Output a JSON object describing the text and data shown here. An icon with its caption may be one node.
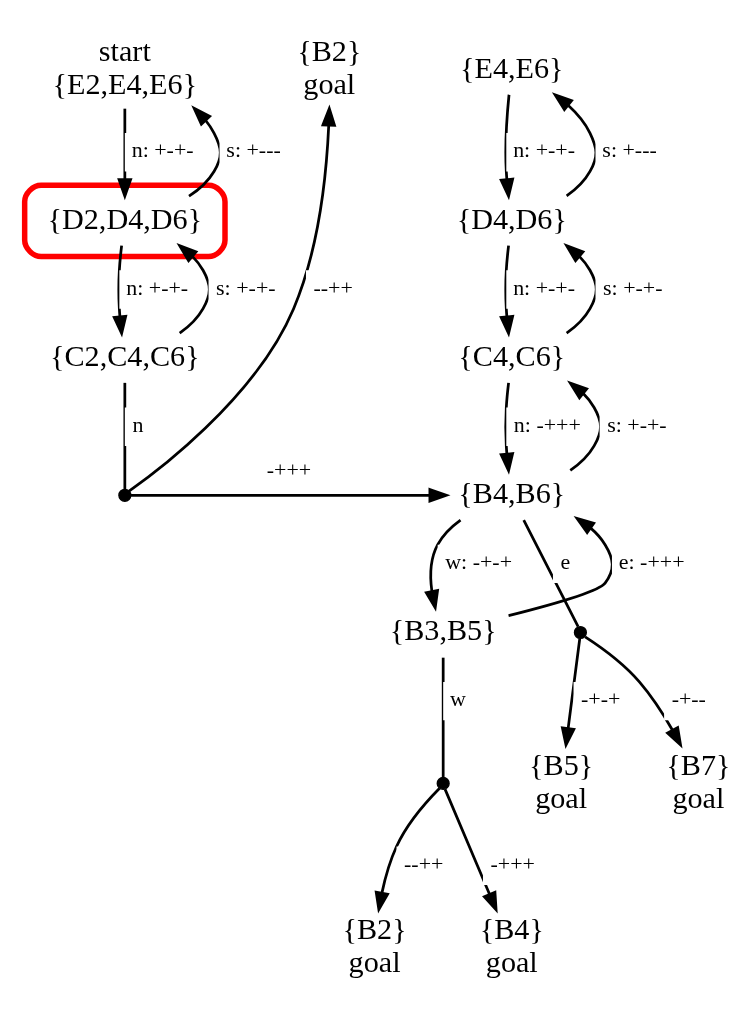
{
  "diagram": {
    "nodes": [
      {
        "text": [
          "{E2,E4,E6}"
        ],
        "beside": [
          "start"
        ]
      },
      {
        "text": [],
        "shape": "hexagon"
      },
      {
        "text": [
          "{D2,D4,D6}"
        ],
        "in": 1
      },
      {
        "text": [
          "{C2,C4,C6}"
        ]
      },
      {
        "text": [
          "{E4,E6}"
        ]
      },
      {
        "text": [
          "{D4,D6}"
        ]
      },
      {
        "text": [
          "{C4,C6}"
        ]
      },
      {
        "text": [
          "{B2}",
          "goal"
        ]
      },
      {
        "text": [
          "{B4,B6}"
        ]
      },
      {
        "text": [],
        "shape": "dot"
      },
      {
        "text": [
          "{B3,B5}"
        ]
      },
      {
        "text": [],
        "shape": "dot"
      },
      {
        "text": [
          "{B5}",
          "goal"
        ]
      },
      {
        "text": [
          "{B7}",
          "goal"
        ]
      },
      {
        "text": [],
        "shape": "dot"
      },
      {
        "text": [
          "{B2}",
          "goal"
        ]
      },
      {
        "text": [
          "{B4}",
          "goal"
        ]
      }
    ],
    "edges": [
      {
        "from": 0,
        "to": 2,
        "arrow": "to",
        "label": "n: +-+-"
      },
      {
        "from": 2,
        "to": 0,
        "arrow": "to",
        "label": "s: +---"
      },
      {
        "from": 2,
        "to": 3,
        "arrow": "to",
        "label": "n: +-+-"
      },
      {
        "from": 3,
        "to": 2,
        "arrow": "to",
        "label": "s: +-+-"
      },
      {
        "from": 4,
        "to": 5,
        "arrow": "to",
        "label": "n: +-+-"
      },
      {
        "from": 5,
        "to": 4,
        "arrow": "to",
        "label": "s: +---"
      },
      {
        "from": 5,
        "to": 6,
        "arrow": "to",
        "label": "n: +-+-"
      },
      {
        "from": 6,
        "to": 5,
        "arrow": "to",
        "label": "s: +-+-"
      },
      {
        "from": 3,
        "to": 9,
        "arrow": "none",
        "label": "n"
      },
      {
        "from": 9,
        "to": 7,
        "arrow": "to",
        "label": "--++"
      },
      {
        "from": 9,
        "to": 8,
        "arrow": "to",
        "label": "-+++"
      },
      {
        "from": 6,
        "to": 8,
        "arrow": "to",
        "label": "n: -+++"
      },
      {
        "from": 8,
        "to": 6,
        "arrow": "to",
        "label": "s: +-+-"
      },
      {
        "from": 8,
        "to": 10,
        "arrow": "to",
        "label": "w: -+-+"
      },
      {
        "from": 10,
        "to": 8,
        "arrow": "to",
        "label": "e: -+++"
      },
      {
        "from": 8,
        "to": 11,
        "arrow": "none",
        "label": "e"
      },
      {
        "from": 11,
        "to": 12,
        "arrow": "to",
        "label": "-+-+"
      },
      {
        "from": 11,
        "to": 13,
        "arrow": "to",
        "label": "-+--"
      },
      {
        "from": 10,
        "to": 14,
        "arrow": "none",
        "label": "w"
      },
      {
        "from": 14,
        "to": 15,
        "arrow": "to",
        "label": "--++"
      },
      {
        "from": 14,
        "to": 16,
        "arrow": "to",
        "label": "-+++"
      }
    ]
  }
}
